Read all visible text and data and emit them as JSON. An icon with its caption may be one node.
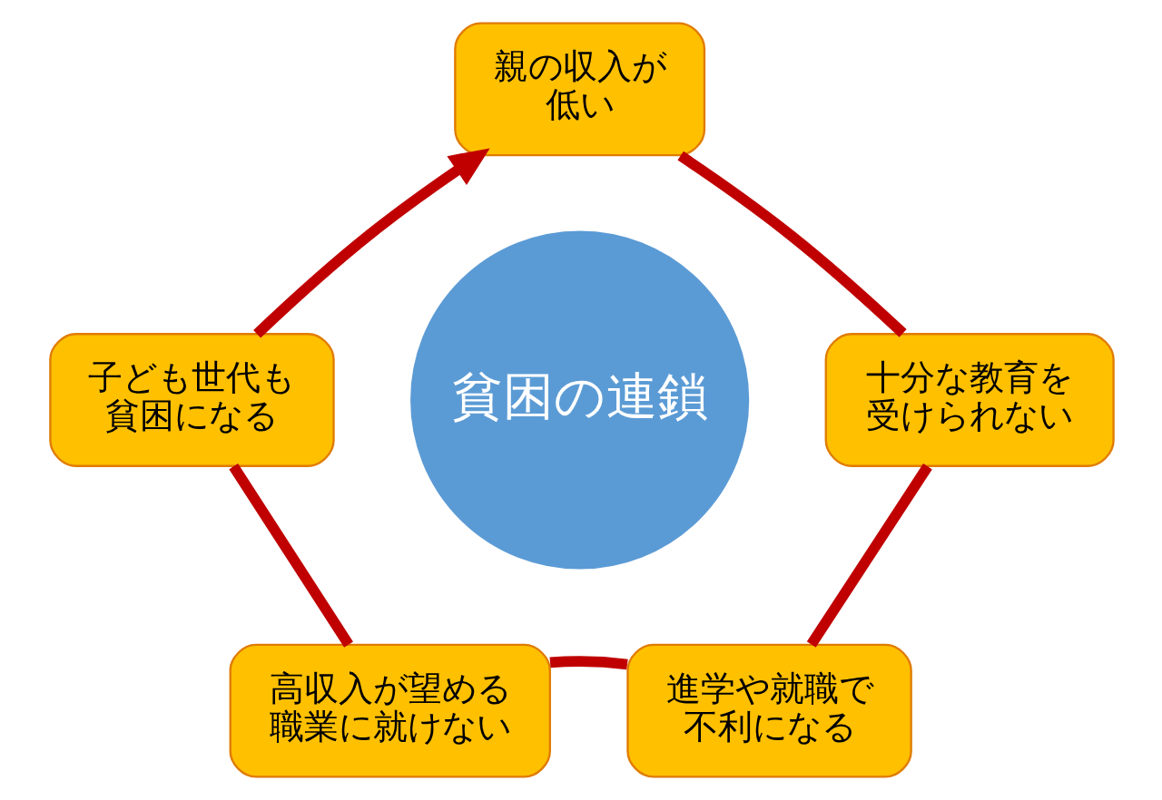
{
  "diagram": {
    "nodes": [
      {
        "text": [
          "親の収入が低い"
        ]
      },
      {
        "text": [
          "子ども世代も貧困になる"
        ]
      },
      {
        "text": [
          "貧困の連鎖"
        ]
      },
      {
        "text": [
          "十分な教育を受けられない"
        ]
      },
      {
        "text": [
          "高収入が望める職業に就けない"
        ]
      },
      {
        "text": [
          "進学や就職で不利になる"
        ]
      }
    ],
    "edges": [
      {
        "from": 0,
        "to": 3,
        "arrow": "none"
      },
      {
        "from": 3,
        "to": 5,
        "arrow": "none"
      },
      {
        "from": 5,
        "to": 4,
        "arrow": "none"
      },
      {
        "from": 4,
        "to": 1,
        "arrow": "none"
      },
      {
        "from": 1,
        "to": 0,
        "arrow": "to"
      }
    ]
  }
}
